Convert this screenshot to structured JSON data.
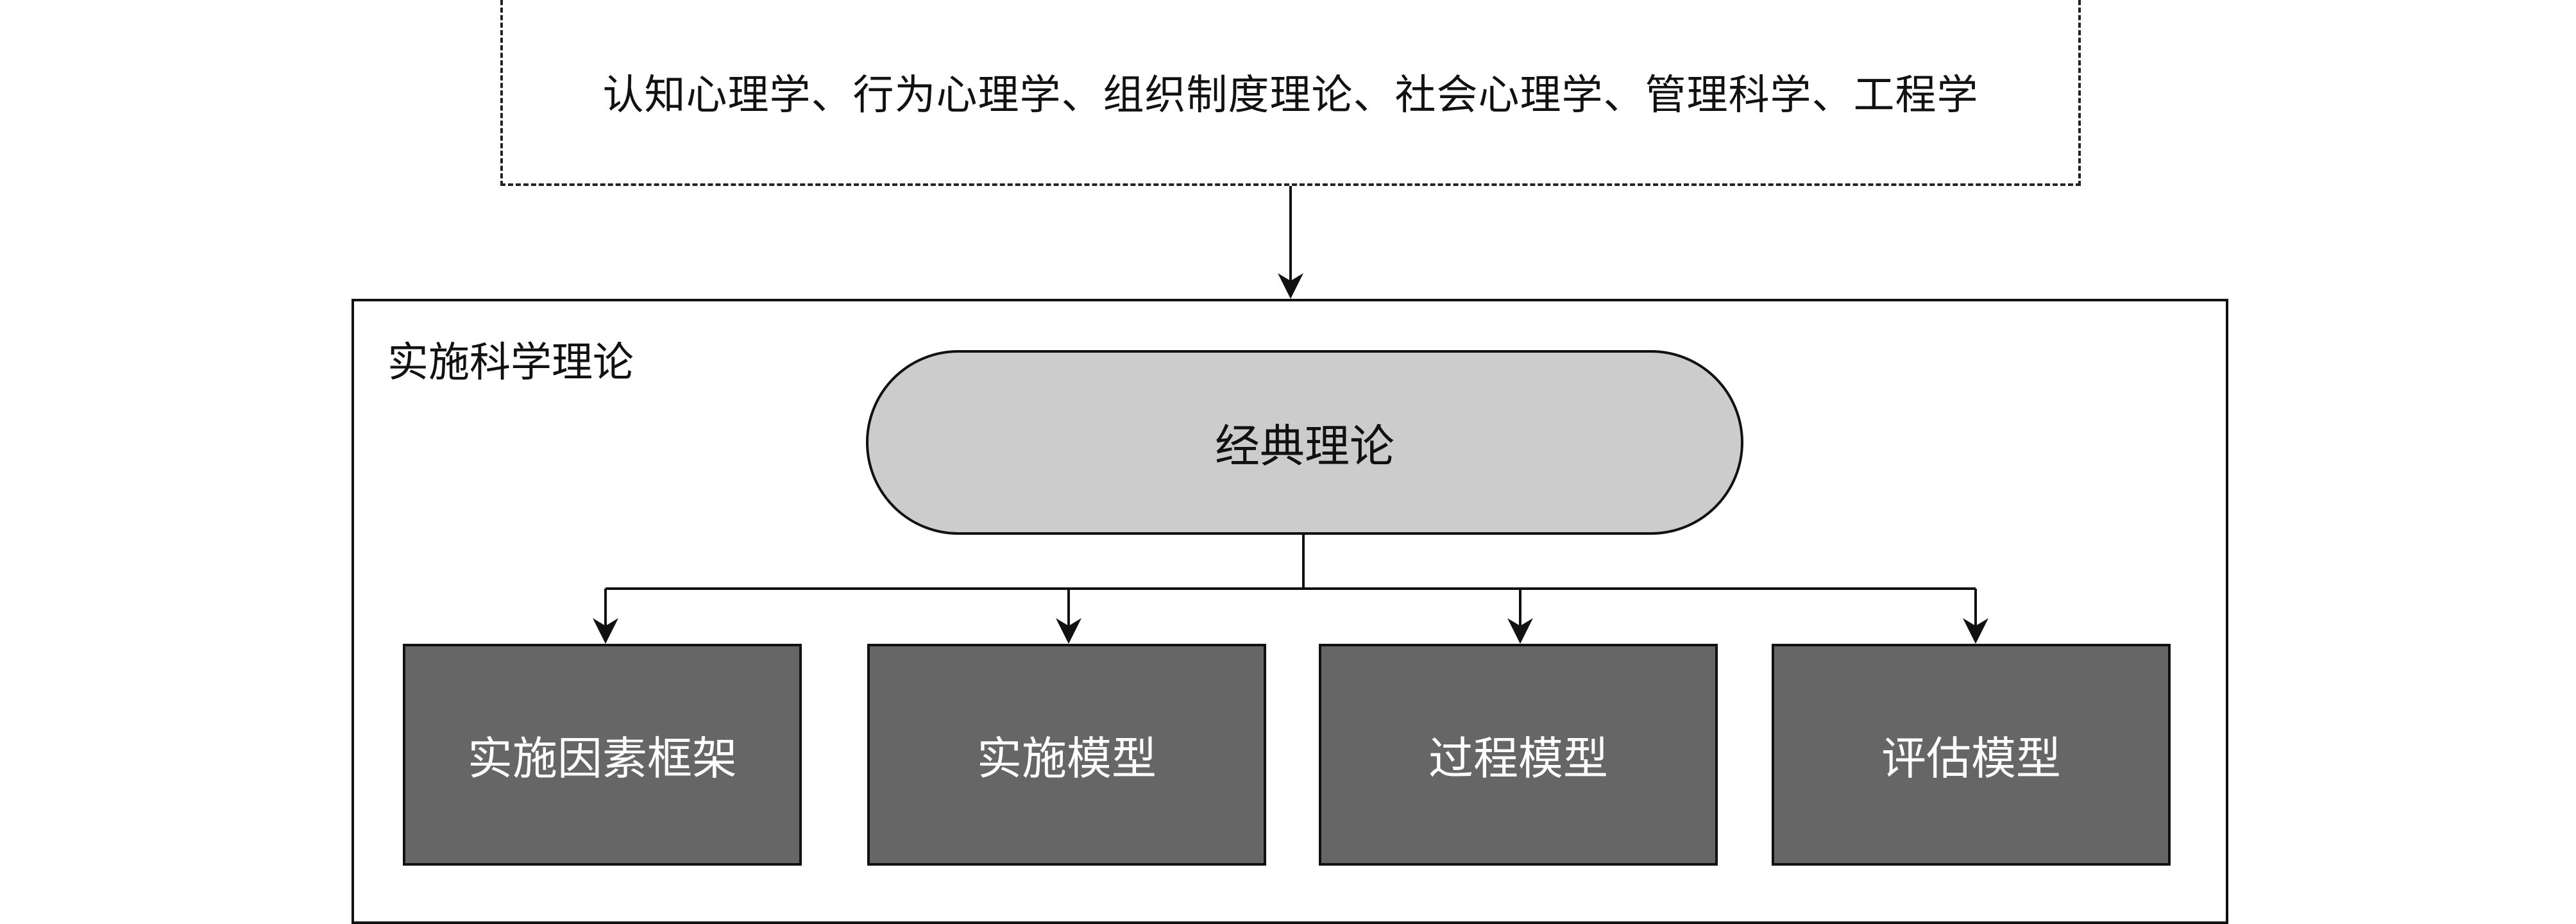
{
  "source_theories": {
    "text": "认知心理学、行为心理学、组织制度理论、社会心理学、管理科学、工程学"
  },
  "implementation_science": {
    "label": "实施科学理论",
    "classic_theory": {
      "label": "经典理论",
      "fill": "#cccccc"
    },
    "categories": [
      {
        "label": "实施因素框架"
      },
      {
        "label": "实施模型"
      },
      {
        "label": "过程模型"
      },
      {
        "label": "评估模型"
      }
    ],
    "category_fill": "#666666"
  },
  "colors": {
    "line": "#111111",
    "background": "#ffffff"
  }
}
